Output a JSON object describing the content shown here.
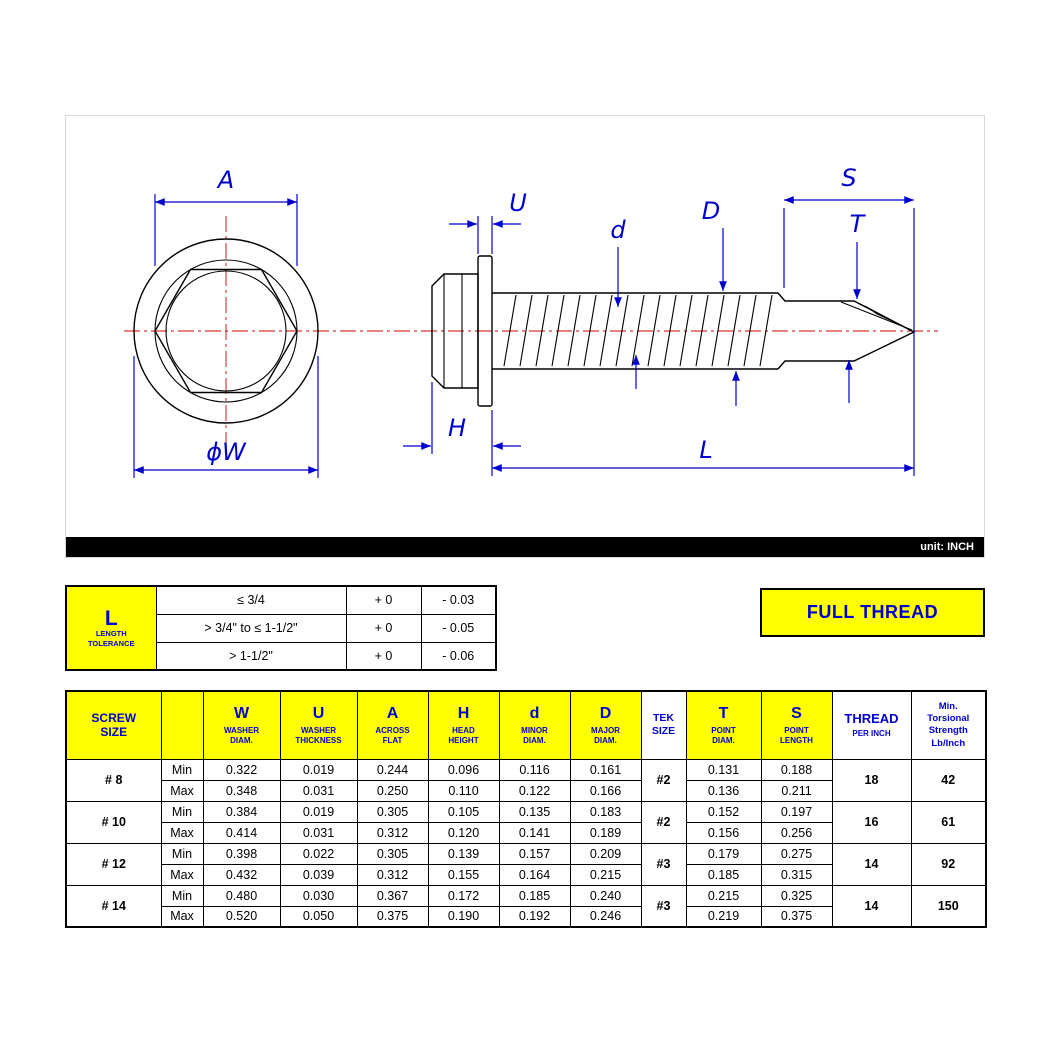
{
  "colors": {
    "accent_blue": "#0000CC",
    "highlight_yellow": "#FFFF00",
    "centerline_red": "#CC0000",
    "unit_strip_black": "#000000"
  },
  "drawing": {
    "unit": "unit: INCH",
    "labels": {
      "a": "A",
      "phi_w": "ϕW",
      "u": "U",
      "h": "H",
      "minor": "d",
      "major": "D",
      "s": "S",
      "t": "T",
      "l": "L"
    }
  },
  "tolerance": {
    "label_sym": "L",
    "label_line1": "LENGTH",
    "label_line2": "TOLERANCE",
    "rows": [
      {
        "range": "≤ 3/4",
        "plus": "+ 0",
        "minus": "- 0.03"
      },
      {
        "range": "> 3/4\" to ≤ 1-1/2\"",
        "plus": "+ 0",
        "minus": "- 0.05"
      },
      {
        "range": "> 1-1/2\"",
        "plus": "+ 0",
        "minus": "- 0.06"
      }
    ]
  },
  "full_thread": "FULL THREAD",
  "spec_table": {
    "header": {
      "screw_size": "SCREW\nSIZE",
      "min_label": "Min",
      "max_label": "Max",
      "cols": [
        {
          "sym": "W",
          "sub": "WASHER\nDIAM."
        },
        {
          "sym": "U",
          "sub": "WASHER\nTHICKNESS"
        },
        {
          "sym": "A",
          "sub": "ACROSS\nFLAT"
        },
        {
          "sym": "H",
          "sub": "HEAD\nHEIGHT"
        },
        {
          "sym": "d",
          "sub": "MINOR\nDIAM."
        },
        {
          "sym": "D",
          "sub": "MAJOR\nDIAM."
        }
      ],
      "tek_size": "TEK\nSIZE",
      "t_col": {
        "sym": "T",
        "sub": "POINT\nDIAM."
      },
      "s_col": {
        "sym": "S",
        "sub": "POINT\nLENGTH"
      },
      "thread": {
        "sym": "THREAD",
        "sub": "PER INCH"
      },
      "torsion": "Min.\nTorsional\nStrength\nLb/Inch"
    },
    "groups": [
      {
        "size": "# 8",
        "tek": "#2",
        "thread": "18",
        "torsion": "42",
        "min": {
          "w": "0.322",
          "u": "0.019",
          "a": "0.244",
          "h": "0.096",
          "minor": "0.116",
          "major": "0.161",
          "t": "0.131",
          "s": "0.188"
        },
        "max": {
          "w": "0.348",
          "u": "0.031",
          "a": "0.250",
          "h": "0.110",
          "minor": "0.122",
          "major": "0.166",
          "t": "0.136",
          "s": "0.211"
        }
      },
      {
        "size": "# 10",
        "tek": "#2",
        "thread": "16",
        "torsion": "61",
        "min": {
          "w": "0.384",
          "u": "0.019",
          "a": "0.305",
          "h": "0.105",
          "minor": "0.135",
          "major": "0.183",
          "t": "0.152",
          "s": "0.197"
        },
        "max": {
          "w": "0.414",
          "u": "0.031",
          "a": "0.312",
          "h": "0.120",
          "minor": "0.141",
          "major": "0.189",
          "t": "0.156",
          "s": "0.256"
        }
      },
      {
        "size": "# 12",
        "tek": "#3",
        "thread": "14",
        "torsion": "92",
        "min": {
          "w": "0.398",
          "u": "0.022",
          "a": "0.305",
          "h": "0.139",
          "minor": "0.157",
          "major": "0.209",
          "t": "0.179",
          "s": "0.275"
        },
        "max": {
          "w": "0.432",
          "u": "0.039",
          "a": "0.312",
          "h": "0.155",
          "minor": "0.164",
          "major": "0.215",
          "t": "0.185",
          "s": "0.315"
        }
      },
      {
        "size": "# 14",
        "tek": "#3",
        "thread": "14",
        "torsion": "150",
        "min": {
          "w": "0.480",
          "u": "0.030",
          "a": "0.367",
          "h": "0.172",
          "minor": "0.185",
          "major": "0.240",
          "t": "0.215",
          "s": "0.325"
        },
        "max": {
          "w": "0.520",
          "u": "0.050",
          "a": "0.375",
          "h": "0.190",
          "minor": "0.192",
          "major": "0.246",
          "t": "0.219",
          "s": "0.375"
        }
      }
    ]
  }
}
